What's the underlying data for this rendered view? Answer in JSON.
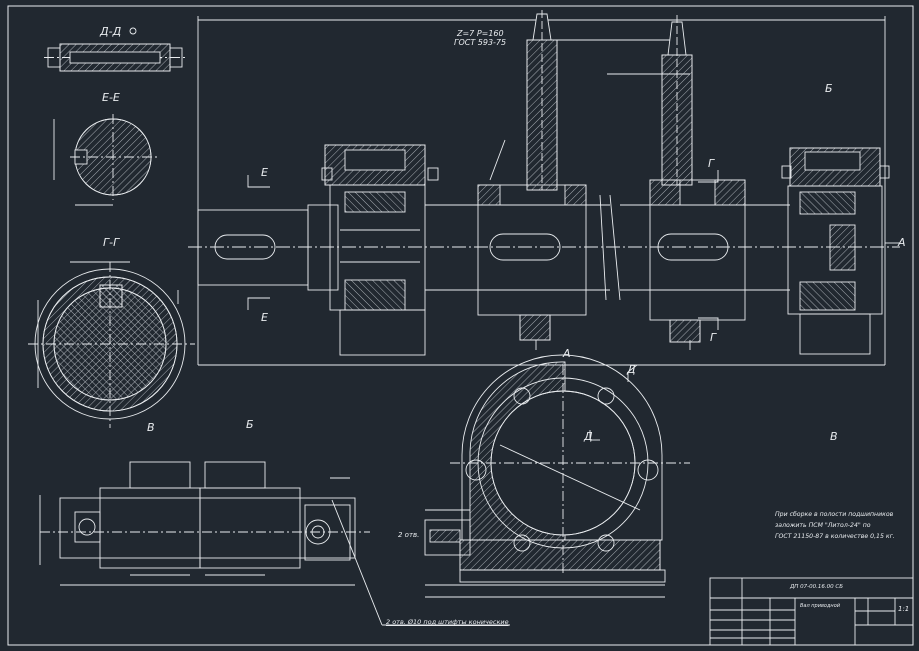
{
  "sections": {
    "dd": "Д-Д",
    "ee": "Е-Е",
    "gg": "Г-Г",
    "v_view": "В",
    "b_view": "Б",
    "a_view": "А",
    "b_top": "Б",
    "v_right": "В",
    "a_right": "А",
    "e_top": "Е",
    "e_bot": "Е",
    "g_top": "Г",
    "g_bot": "Г",
    "d_top": "Д",
    "d_mid": "Д"
  },
  "callouts": {
    "gear": "Z=7 P=160",
    "gost": "ГОСТ 593-75",
    "holes": "2 отв. Ø10 под штифты конические",
    "holes_left": "2 отв."
  },
  "notes": {
    "line1": "При сборке в полости подшипников",
    "line2": "заложить    ПСМ    \"Литол-24\"  по",
    "line3": "ГОСТ 21150-87 в количестве 0,15 кг."
  },
  "title_block": {
    "doc_code": "ДП 07-00.16.00 СБ",
    "scale": "1:1",
    "name": "Вал приводной"
  },
  "colors": {
    "background": "#212830",
    "lines": "#e9ecef",
    "hatch": "#c9ced4"
  }
}
